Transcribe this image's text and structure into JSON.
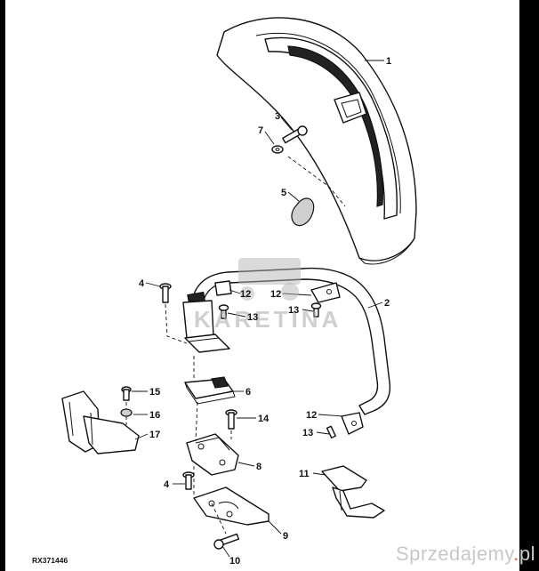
{
  "callouts": {
    "c1": "1",
    "c2": "2",
    "c3": "3",
    "c4a": "4",
    "c4b": "4",
    "c5": "5",
    "c6": "6",
    "c7": "7",
    "c8": "8",
    "c9": "9",
    "c10": "10",
    "c11": "11",
    "c12a": "12",
    "c12b": "12",
    "c12c": "12",
    "c13a": "13",
    "c13b": "13",
    "c13c": "13",
    "c14": "14",
    "c15": "15",
    "c16": "16",
    "c17": "17"
  },
  "watermark": {
    "text": "KARETINA"
  },
  "reference": "RX371446",
  "brand": {
    "name": "Sprzedajemy",
    "suffix": "pl"
  },
  "colors": {
    "line": "#111111",
    "watermark": "#a9a9a9",
    "brand": "#c8c8c8",
    "brand_accent": "#e05a40"
  }
}
